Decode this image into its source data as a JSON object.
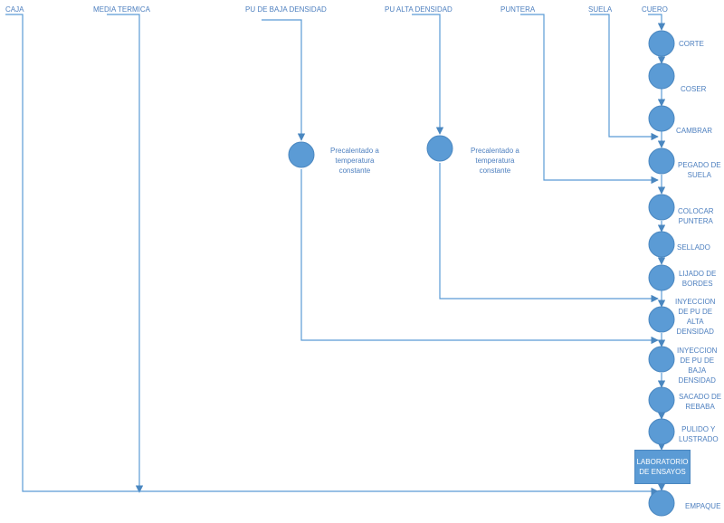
{
  "inputs": {
    "caja": "CAJA",
    "media_termica": "MEDIA TERMICA",
    "pu_baja": "PU DE BAJA DENSIDAD",
    "pu_alta": "PU ALTA DENSIDAD",
    "puntera": "PUNTERA",
    "suela": "SUELA",
    "cuero": "CUERO"
  },
  "preheat": {
    "baja": [
      "Precalentado a",
      "temperatura",
      "constante"
    ],
    "alta": [
      "Precalentado a",
      "temperatura",
      "constante"
    ]
  },
  "processes": {
    "corte": [
      "CORTE"
    ],
    "coser": [
      "COSER"
    ],
    "cambrar": [
      "CAMBRAR"
    ],
    "pegado": [
      "PEGADO DE",
      "SUELA"
    ],
    "colocar": [
      "COLOCAR",
      "PUNTERA"
    ],
    "sellado": [
      "SELLADO"
    ],
    "lijado": [
      "LIJADO DE",
      "BORDES"
    ],
    "iny_alta": [
      "INYECCION",
      "DE PU DE",
      "ALTA",
      "DENSIDAD"
    ],
    "iny_baja": [
      "INYECCION",
      "DE PU DE",
      "BAJA",
      "DENSIDAD"
    ],
    "sacado": [
      "SACADO DE",
      "REBABA"
    ],
    "pulido": [
      "PULIDO Y",
      "LUSTRADO"
    ],
    "empaque": [
      "EMPAQUE"
    ]
  },
  "lab": [
    "LABORATORIO",
    "DE ENSAYOS"
  ],
  "colors": {
    "line": "#5b9bd5",
    "node": "#5b9bd5",
    "text": "#4d7fbf"
  }
}
